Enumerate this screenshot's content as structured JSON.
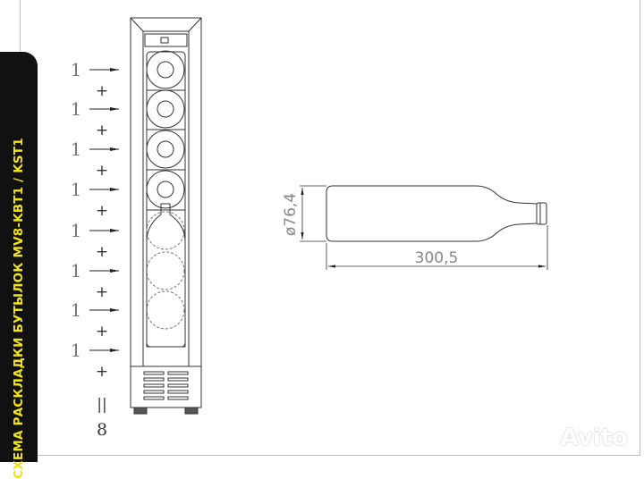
{
  "title": "СХЕМА РАСКЛАДКИ БУТЫЛОК MV8-KBT1 / KST1",
  "stack": {
    "row_label": "1",
    "plus": "+",
    "equals": "||",
    "total": "8"
  },
  "bottle": {
    "diameter_label": "ø76,4",
    "length_label": "300,5"
  },
  "watermark": "Avito",
  "colors": {
    "tab": "#111111",
    "title_text": "#f2e21a",
    "line": "#333333"
  }
}
